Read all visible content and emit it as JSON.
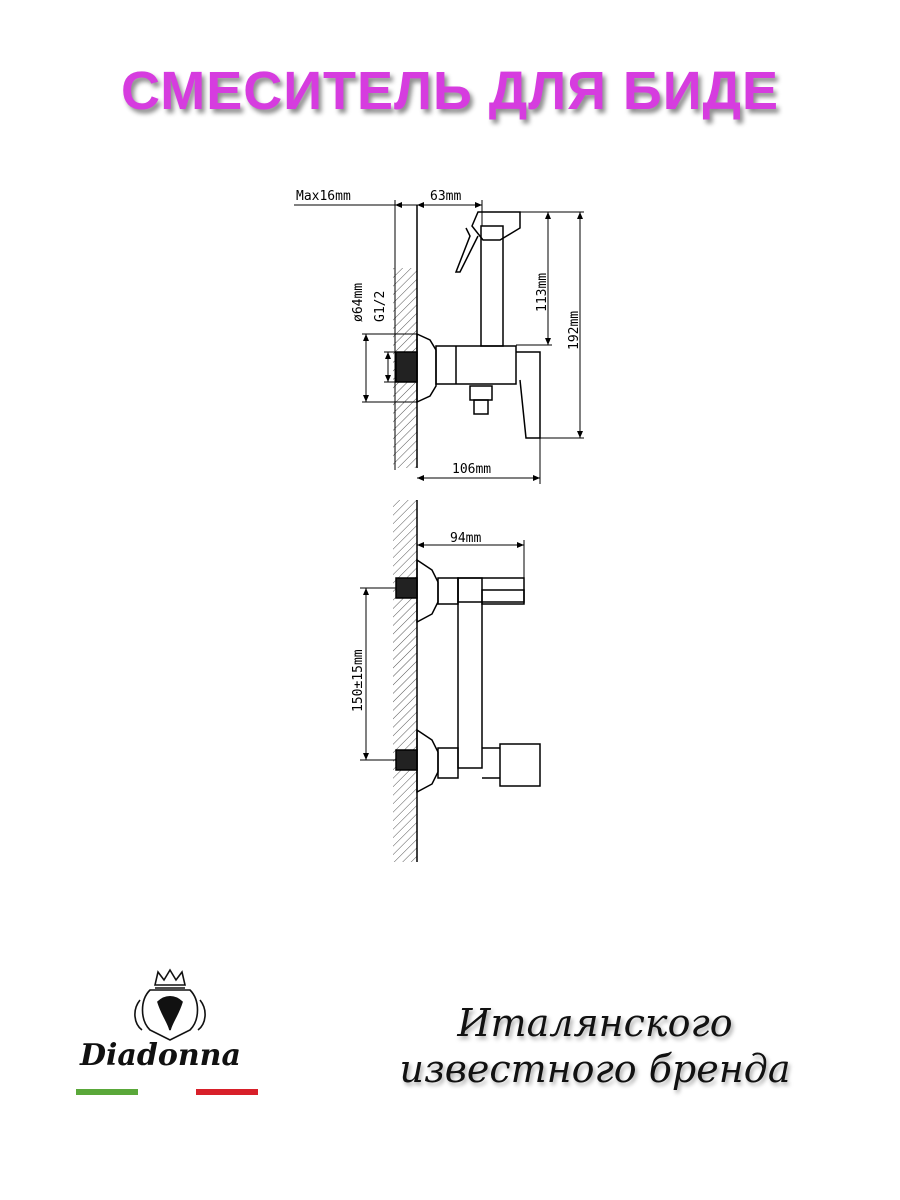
{
  "header": {
    "title": "СМЕСИТЕЛЬ  ДЛЯ БИДЕ",
    "title_color": "#d63cdf"
  },
  "drawing": {
    "top_view": {
      "dim_max": "Max16mm",
      "dim_63": "63mm",
      "dim_113": "113mm",
      "dim_192": "192mm",
      "dim_d64": "ø64mm",
      "dim_g12": "G1/2",
      "dim_106": "106mm"
    },
    "bottom_view": {
      "dim_94": "94mm",
      "dim_150": "150±15mm"
    }
  },
  "logo": {
    "brand": "Diadonna",
    "stripe_left_color": "#5aa83a",
    "stripe_right_color": "#d8202a"
  },
  "tagline": {
    "line1": "Италянского",
    "line2": "известного бренда"
  }
}
